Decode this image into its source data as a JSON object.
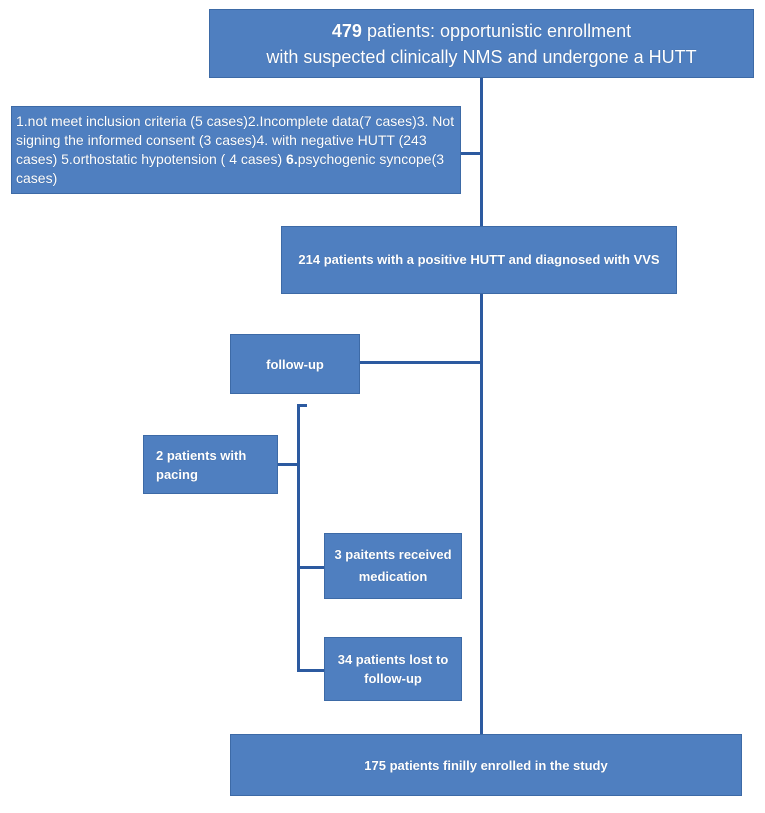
{
  "enrollment": {
    "line1_bold": "479",
    "line1_rest": " patients: opportunistic enrollment",
    "line2": "with suspected clinically NMS and undergone a HUTT"
  },
  "exclusion": {
    "part1": "1.not meet inclusion criteria (5 cases)2.Incomplete data(7 cases)3. Not signing the informed consent (3 cases)4. with negative HUTT (243 cases) 5.orthostatic hypotension ( 4 cases) ",
    "part2_bold": "6.",
    "part3": "psychogenic syncope(3 cases)"
  },
  "vvs": {
    "text": "214 patients with a positive HUTT and diagnosed with VVS"
  },
  "followup": {
    "text": "follow-up"
  },
  "pacing": {
    "text": "2 patients with pacing"
  },
  "medication": {
    "text": "3 paitents received medication"
  },
  "lost": {
    "text": "34 patients lost to follow-up"
  },
  "final": {
    "text": "175 patients finilly enrolled in the study"
  },
  "colors": {
    "box_fill": "#4f7fc0",
    "box_border": "#3d6aa6",
    "connector": "#2c5aa0",
    "text": "#ffffff"
  }
}
